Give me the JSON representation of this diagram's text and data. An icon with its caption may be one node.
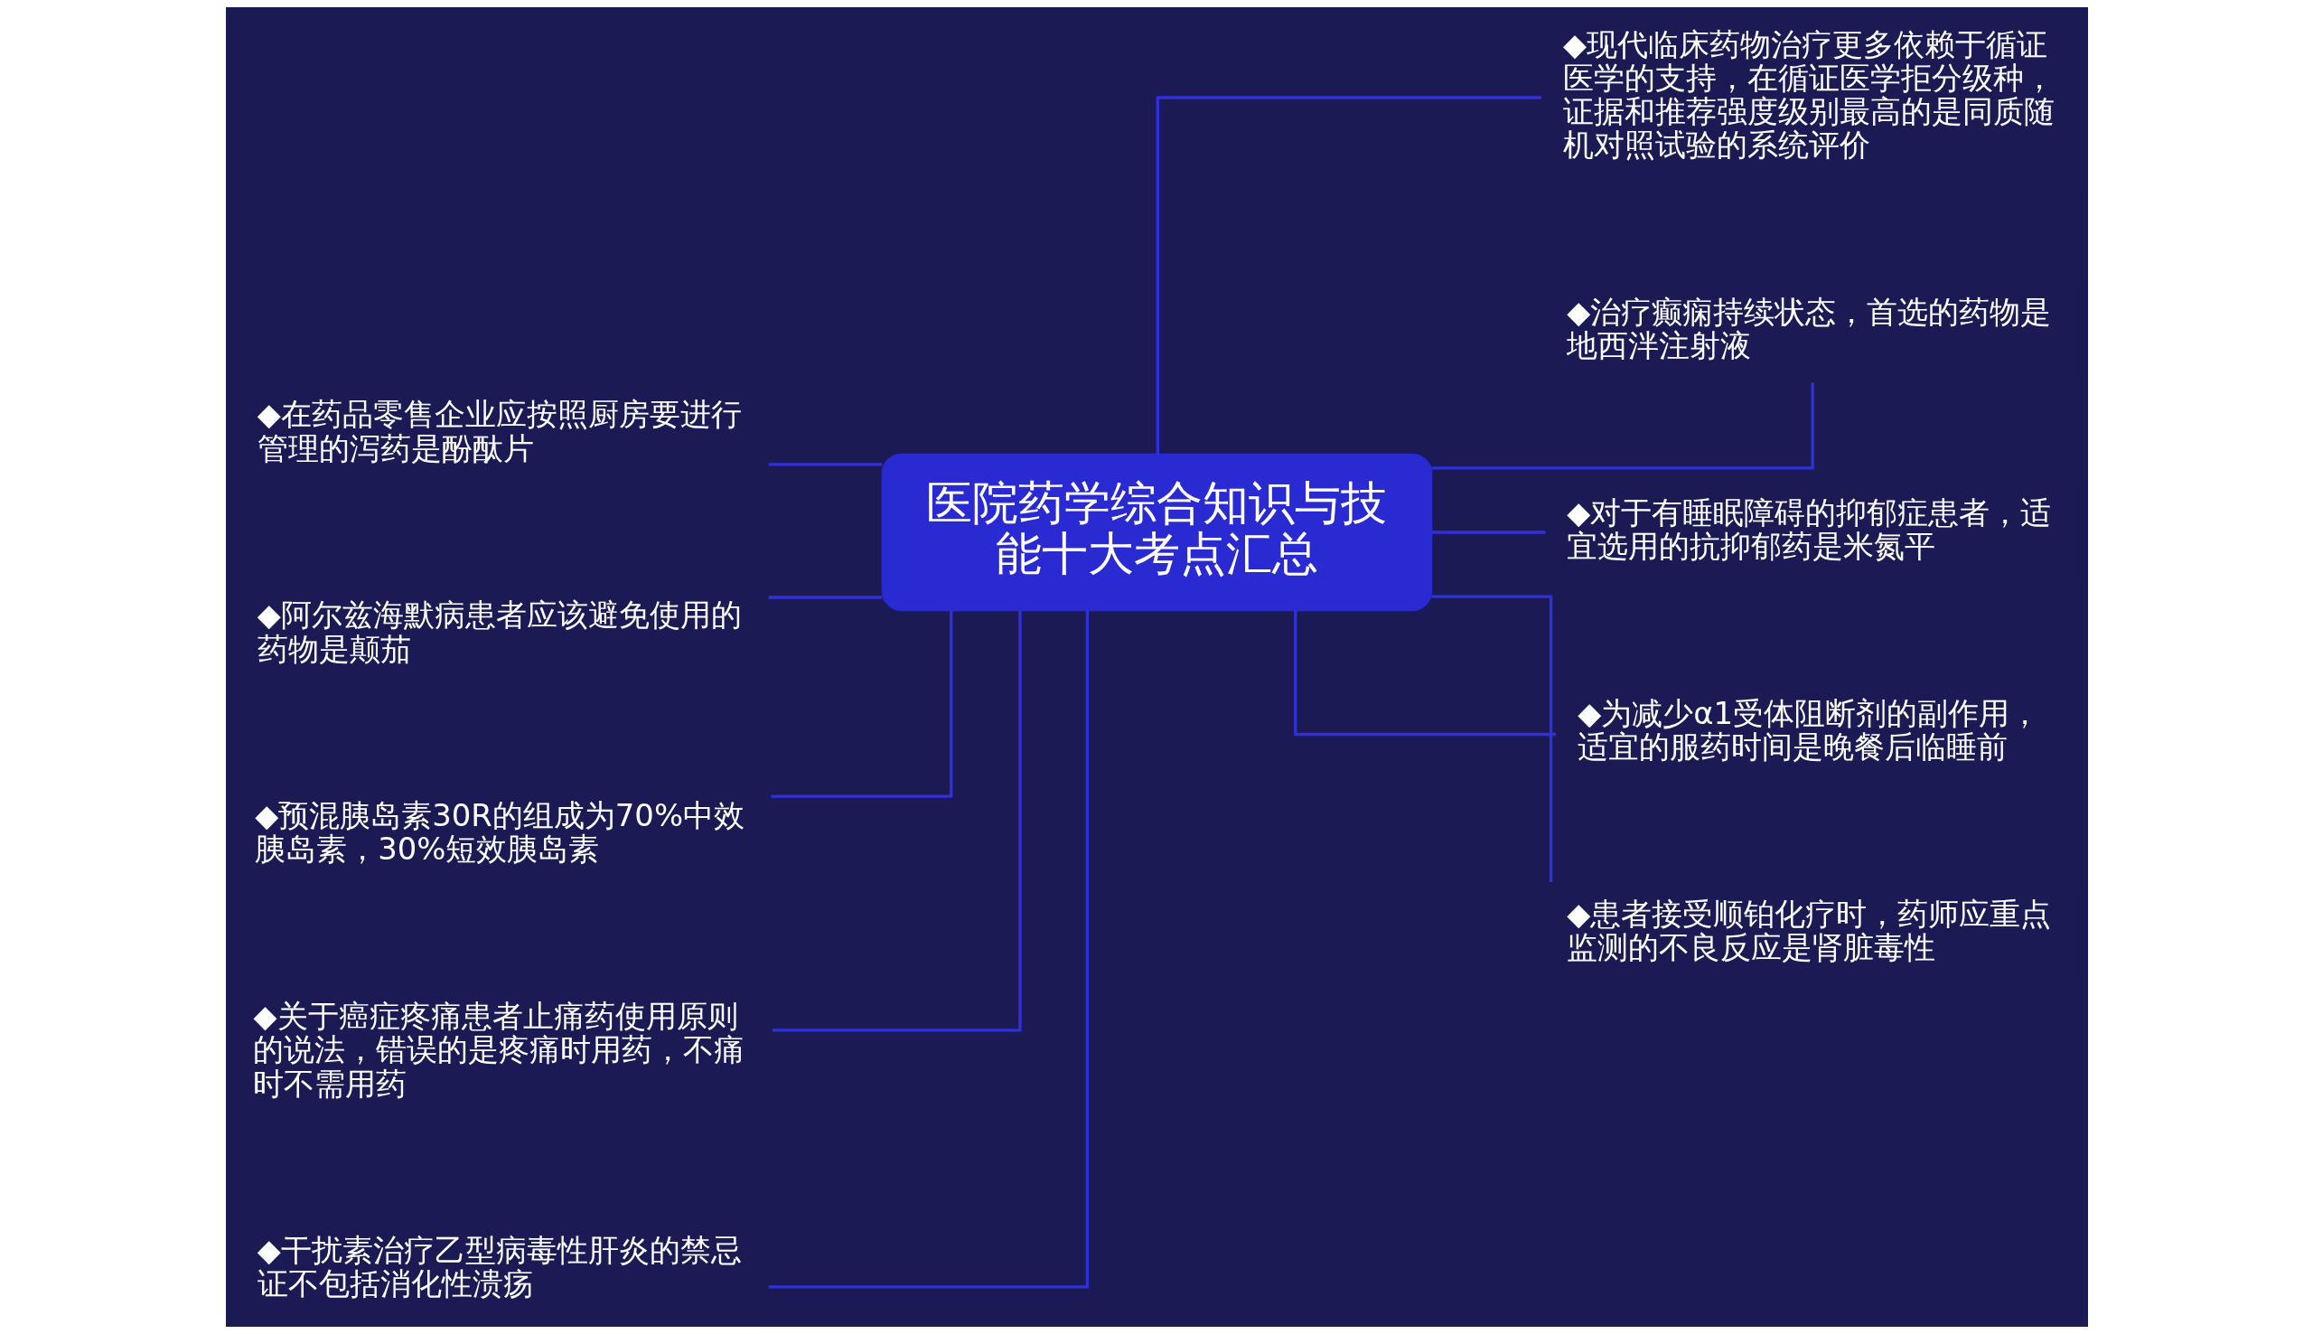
{
  "diagram": {
    "nodes": [
      {
        "text": [
          "医院药学综合知识与技能十大考点汇总"
        ]
      },
      {
        "text": [
          "◆在药品零售企业应按照厨房要进行管理的泻药是酚酞片"
        ]
      },
      {
        "text": [
          "◆阿尔兹海默病患者应该避免使用的药物是颠茄"
        ]
      },
      {
        "text": [
          "◆预混胰岛素30R的组成为70%中效胰岛素，30%短效胰岛素"
        ]
      },
      {
        "text": [
          "◆关于癌症疼痛患者止痛药使用原则的说法，错误的是疼痛时用药，不痛时不需用药"
        ]
      },
      {
        "text": [
          "◆干扰素治疗乙型病毒性肝炎的禁忌证不包括消化性溃疡"
        ]
      },
      {
        "text": [
          "◆现代临床药物治疗更多依赖于循证医学的支持，在循证医学拒分级种，证据和推荐强度级别最高的是同质随机对照试验的系统评价"
        ]
      },
      {
        "text": [
          "◆治疗癫痫持续状态，首选的药物是地西泮注射液"
        ]
      },
      {
        "text": [
          "◆对于有睡眠障碍的抑郁症患者，适宜选用的抗抑郁药是米氮平"
        ]
      },
      {
        "text": [
          "◆为减少α1受体阻断剂的副作用，适宜的服药时间是晚餐后临睡前"
        ]
      },
      {
        "text": [
          "◆患者接受顺铂化疗时，药师应重点监测的不良反应是肾脏毒性"
        ]
      }
    ],
    "edges": [
      {
        "from": 0,
        "to": 1,
        "arrow": "none"
      },
      {
        "from": 0,
        "to": 2,
        "arrow": "none"
      },
      {
        "from": 0,
        "to": 3,
        "arrow": "none"
      },
      {
        "from": 0,
        "to": 4,
        "arrow": "none"
      },
      {
        "from": 0,
        "to": 5,
        "arrow": "none"
      },
      {
        "from": 0,
        "to": 6,
        "arrow": "none"
      },
      {
        "from": 0,
        "to": 7,
        "arrow": "none"
      },
      {
        "from": 0,
        "to": 8,
        "arrow": "none"
      },
      {
        "from": 0,
        "to": 9,
        "arrow": "none"
      },
      {
        "from": 0,
        "to": 10,
        "arrow": "none"
      }
    ]
  }
}
